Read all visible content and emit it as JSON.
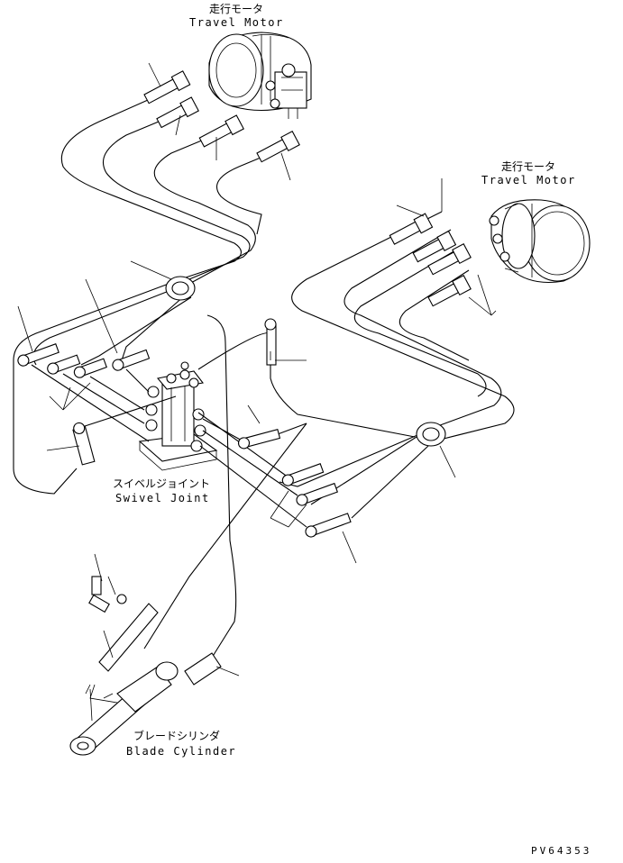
{
  "labels": {
    "travel_motor_top": {
      "jp": "走行モータ",
      "en": "Travel Motor"
    },
    "travel_motor_right": {
      "jp": "走行モータ",
      "en": "Travel Motor"
    },
    "swivel_joint": {
      "jp": "スイベルジョイント",
      "en": "Swivel Joint"
    },
    "blade_cylinder": {
      "jp": "ブレードシリンダ",
      "en": "Blade Cylinder"
    },
    "drawing_code": "PV64353"
  }
}
